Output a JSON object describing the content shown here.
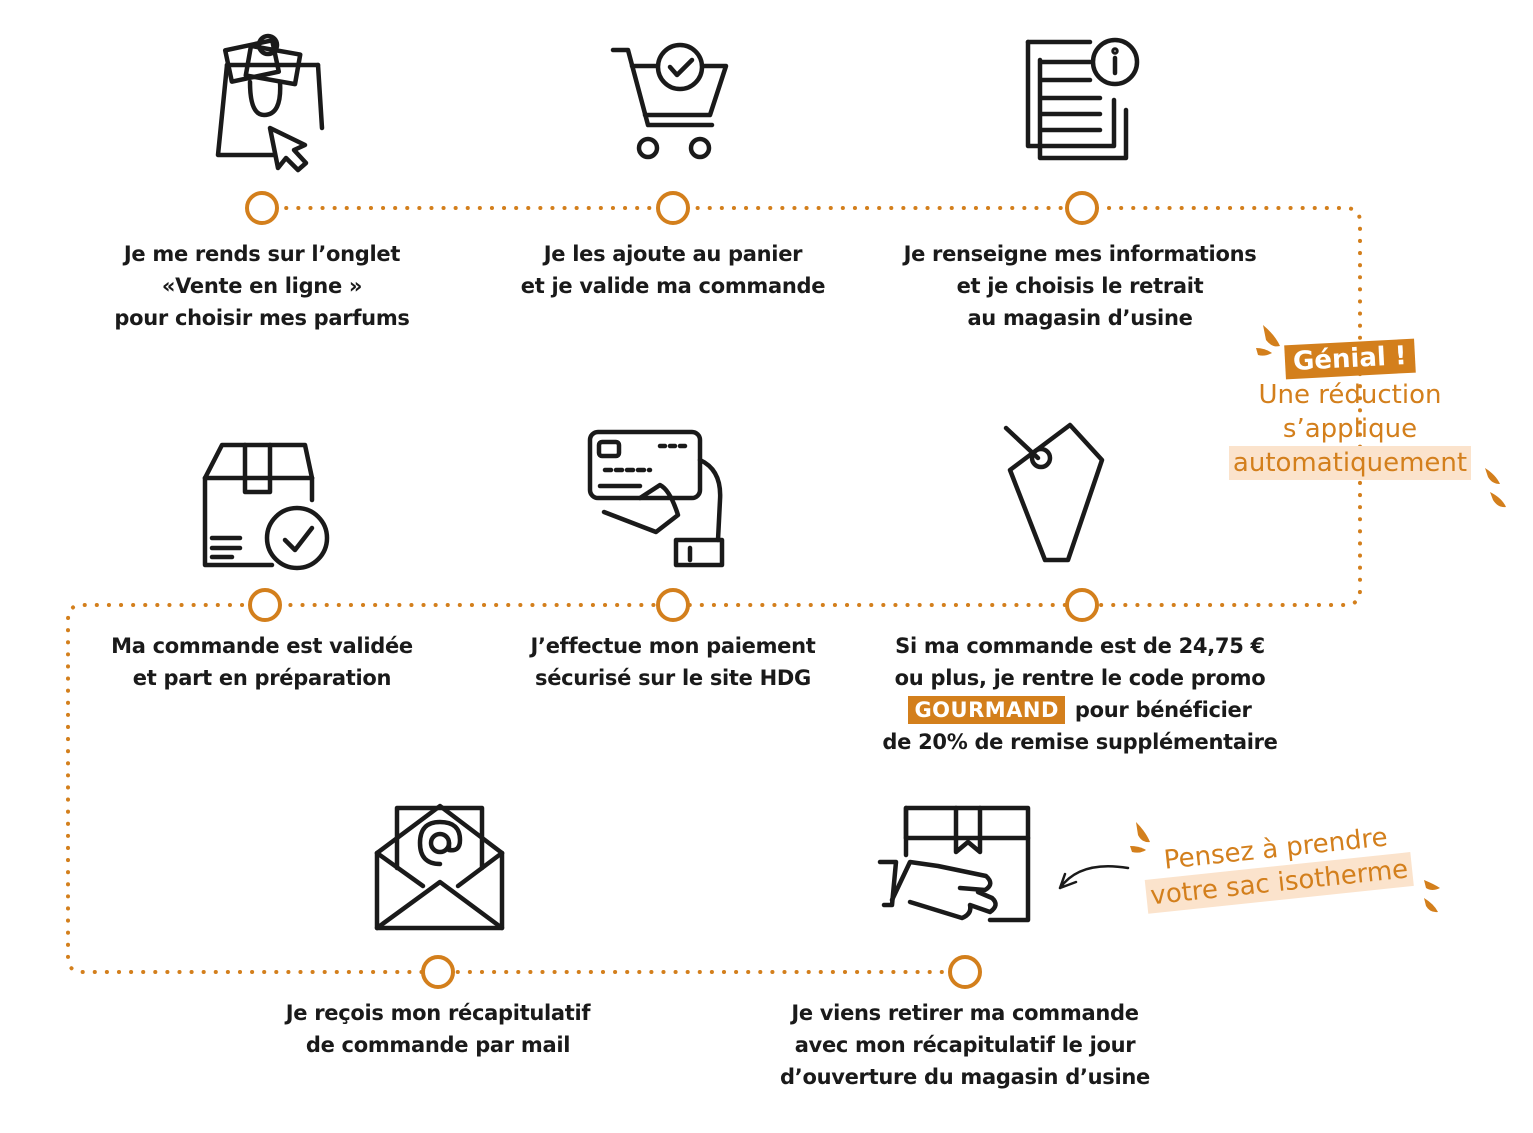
{
  "colors": {
    "accent": "#d37f1c",
    "icon_stroke": "#1a1a1a",
    "highlight": "#fbe3cc"
  },
  "steps": [
    {
      "icon": "shopping-bag-click-icon",
      "lines": [
        "Je me rends sur l’onglet",
        "«Vente en ligne »",
        "pour choisir mes parfums"
      ]
    },
    {
      "icon": "cart-check-icon",
      "lines": [
        "Je les ajoute au panier",
        "et je valide ma commande"
      ]
    },
    {
      "icon": "document-info-icon",
      "lines": [
        "Je renseigne mes informations",
        "et je choisis le retrait",
        "au magasin d’usine"
      ]
    },
    {
      "icon": "price-tag-icon",
      "lines": [
        "Si ma commande est de 24,75 €",
        "ou plus, je rentre le code promo"
      ],
      "promo_code": "GOURMAND",
      "after_code": "pour bénéficier",
      "last_line": "de 20% de remise supplémentaire"
    },
    {
      "icon": "card-payment-icon",
      "lines": [
        "J’effectue mon paiement",
        "sécurisé sur le site HDG"
      ]
    },
    {
      "icon": "box-check-icon",
      "lines": [
        "Ma commande est validée",
        "et part en préparation"
      ]
    },
    {
      "icon": "envelope-at-icon",
      "lines": [
        "Je reçois mon récapitulatif",
        "de commande par mail"
      ]
    },
    {
      "icon": "hand-box-icon",
      "lines": [
        "Je viens retirer ma commande",
        "avec mon récapitulatif le jour",
        "d’ouverture du magasin d’usine"
      ]
    }
  ],
  "notes": {
    "reduction": {
      "badge": "Génial !",
      "lines": [
        "Une réduction",
        "s’applique",
        "automatiquement"
      ]
    },
    "bag": {
      "lines": [
        "Pensez à prendre",
        "votre sac isotherme"
      ]
    }
  }
}
